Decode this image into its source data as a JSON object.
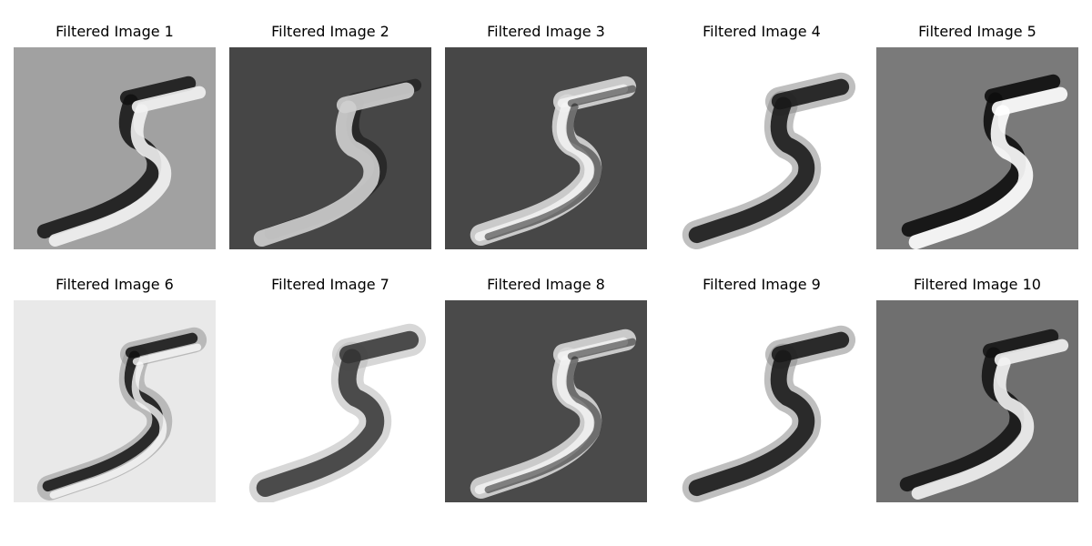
{
  "figure": {
    "panels": [
      {
        "title": "Filtered Image 1",
        "background": "#a1a1a1",
        "style": "edge"
      },
      {
        "title": "Filtered Image 2",
        "background": "#464646",
        "style": "edge-bright"
      },
      {
        "title": "Filtered Image 3",
        "background": "#474747",
        "style": "bright"
      },
      {
        "title": "Filtered Image 4",
        "background": "#ffffff",
        "style": "dark"
      },
      {
        "title": "Filtered Image 5",
        "background": "#7a7a7a",
        "style": "ridge"
      },
      {
        "title": "Filtered Image 6",
        "background": "#e9e9e9",
        "style": "dark-soft"
      },
      {
        "title": "Filtered Image 7",
        "background": "#ffffff",
        "style": "dark-blur"
      },
      {
        "title": "Filtered Image 8",
        "background": "#4a4a4a",
        "style": "bright"
      },
      {
        "title": "Filtered Image 9",
        "background": "#ffffff",
        "style": "dark"
      },
      {
        "title": "Filtered Image 10",
        "background": "#6f6f6f",
        "style": "edge"
      }
    ]
  }
}
